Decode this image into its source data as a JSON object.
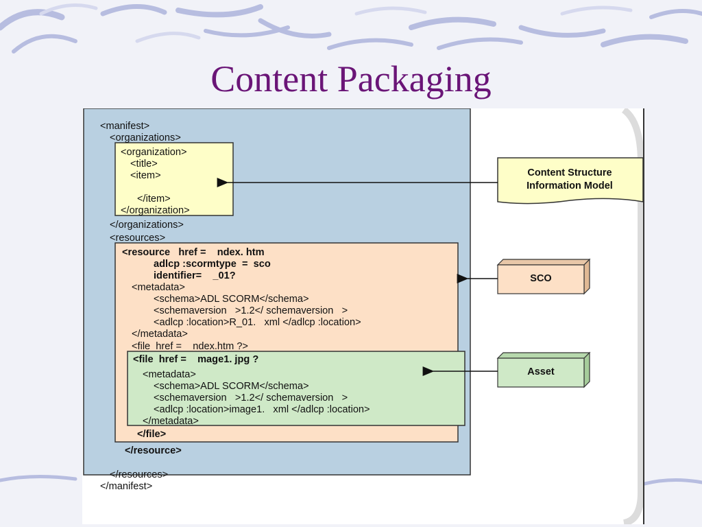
{
  "slide": {
    "title": "Content Packaging"
  },
  "manifest_lines": [
    {
      "text": "<manifest>",
      "bold": false
    },
    {
      "text": "<organizations>",
      "bold": false
    },
    {
      "text": "<organization>",
      "bold": false
    },
    {
      "text": "<title>",
      "bold": false
    },
    {
      "text": "<item>",
      "bold": false
    },
    {
      "text": "</item>",
      "bold": false
    },
    {
      "text": "</organization>",
      "bold": false
    },
    {
      "text": "</organizations>",
      "bold": false
    },
    {
      "text": "<resources>",
      "bold": false
    },
    {
      "text": "<resource   href =    ndex. htm",
      "bold": true
    },
    {
      "text": "adlcp :scormtype  =  sco",
      "bold": true
    },
    {
      "text": "identifier=    _01?",
      "bold": true
    },
    {
      "text": "<metadata>",
      "bold": false
    },
    {
      "text": "<schema>ADL SCORM</schema>",
      "bold": false
    },
    {
      "text": "<schemaversion   >1.2</ schemaversion   >",
      "bold": false
    },
    {
      "text": "<adlcp :location>R_01.   xml </adlcp :location>",
      "bold": false
    },
    {
      "text": "</metadata>",
      "bold": false
    },
    {
      "text": "<file  href =    ndex.htm ?>",
      "bold": false
    },
    {
      "text": "<file  href =    mage1. jpg ?",
      "bold": true
    },
    {
      "text": "<metadata>",
      "bold": false
    },
    {
      "text": "<schema>ADL SCORM</schema>",
      "bold": false
    },
    {
      "text": "<schemaversion   >1.2</ schemaversion   >",
      "bold": false
    },
    {
      "text": "<adlcp :location>image1.   xml </adlcp :location>",
      "bold": false
    },
    {
      "text": "</metadata>",
      "bold": false
    },
    {
      "text": "</file>",
      "bold": true
    },
    {
      "text": "</resource>",
      "bold": true
    },
    {
      "text": "</resources>",
      "bold": false
    },
    {
      "text": "</manifest>",
      "bold": false
    }
  ],
  "labels": {
    "content_structure_line1": "Content Structure",
    "content_structure_line2": "Information Model",
    "sco": "SCO",
    "asset": "Asset"
  },
  "colors": {
    "title": "#6a1577",
    "manifest_bg": "#b9d0e1",
    "organization_bg": "#fefec8",
    "resource_bg": "#fde0c6",
    "file_bg": "#cfe9c7",
    "sco_bg": "#fde0c6",
    "asset_bg": "#cfe9c7",
    "content_structure_bg": "#fefec8"
  }
}
